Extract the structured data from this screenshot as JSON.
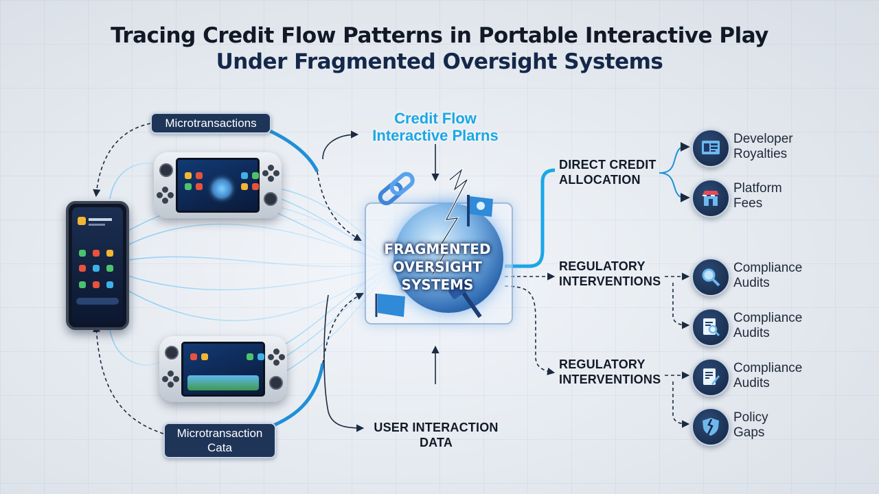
{
  "title": {
    "line1": "Tracing Credit Flow Patterns in Portable Interactive Play",
    "line2": "Under Fragmented Oversight Systems"
  },
  "labels": {
    "microtransactions": "Microtransactions",
    "microtransaction_data_1": "Microtransaction",
    "microtransaction_data_2": "Cata",
    "credit_flow_1": "Credit Flow",
    "credit_flow_2": "Interactive Plarns",
    "hub_1": "FRAGMENTED",
    "hub_2": "OVERSIGHT",
    "hub_3": "SYSTEMS",
    "user_data_1": "USER INTERACTION",
    "user_data_2": "DATA",
    "direct_credit_1": "DIRECT CREDIT",
    "direct_credit_2": "ALLOCATION",
    "reg_a_1": "REGULATORY",
    "reg_a_2": "INTERVENTIONS",
    "reg_b_1": "REGULATORY",
    "reg_b_2": "INTERVENTIONS"
  },
  "outputs": [
    {
      "line1": "Developer",
      "line2": "Royalties",
      "icon": "dashboard-icon"
    },
    {
      "line1": "Platform",
      "line2": "Fees",
      "icon": "storefront-icon"
    },
    {
      "line1": "Compliance",
      "line2": "Audits",
      "icon": "magnifier-icon"
    },
    {
      "line1": "Compliance",
      "line2": "Audits",
      "icon": "document-search-icon"
    },
    {
      "line1": "Compliance",
      "line2": "Audits",
      "icon": "document-pen-icon"
    },
    {
      "line1": "Policy",
      "line2": "Gaps",
      "icon": "broken-shield-icon"
    }
  ],
  "colors": {
    "accent_blue": "#1aa7e6",
    "navy": "#1e3558",
    "dark_text": "#121a27"
  }
}
